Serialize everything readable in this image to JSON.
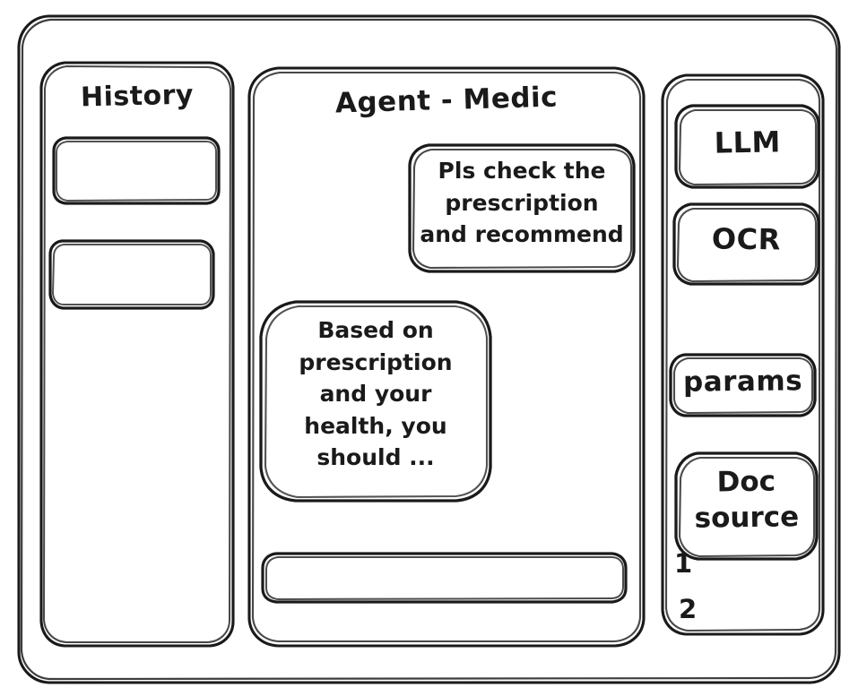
{
  "window": {
    "name": "agent-medic-wireframe"
  },
  "sidebar_left": {
    "title": "History",
    "items": [
      {
        "label": ""
      },
      {
        "label": ""
      }
    ]
  },
  "main": {
    "title": "Agent - Medic",
    "messages": [
      {
        "role": "user",
        "text": "Pls check the\nprescription\nand recommend"
      },
      {
        "role": "agent",
        "text": "Based on\nprescription\nand your\nhealth, you\nshould ..."
      }
    ],
    "composer": {
      "value": "",
      "placeholder": ""
    }
  },
  "sidebar_right": {
    "tools": [
      {
        "label": "LLM"
      },
      {
        "label": "OCR"
      },
      {
        "label": "params"
      }
    ],
    "doc_source": {
      "label": "Doc\nsource",
      "refs": [
        "1",
        "2"
      ]
    }
  },
  "style": {
    "stroke": "#1a1a1a",
    "background": "#ffffff"
  }
}
